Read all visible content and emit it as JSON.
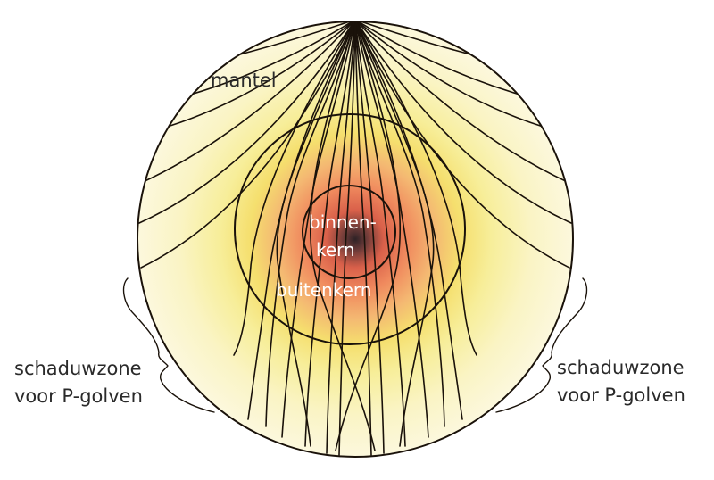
{
  "labels": {
    "mantle": "mantel",
    "inner_core_line1": "binnen-",
    "inner_core_line2": "kern",
    "outer_core": "buitenkern",
    "shadow_left_line1": "schaduwzone",
    "shadow_left_line2": "voor P-golven",
    "shadow_right_line1": "schaduwzone",
    "shadow_right_line2": "voor P-golven"
  },
  "colors": {
    "background": "#ffffff",
    "mantle_outer": "#fbf6cf",
    "mantle_inner": "#f7ea6a",
    "outer_core_hot": "#f08a5e",
    "inner_core_center": "#3a2a2a",
    "lines": "#1a120a"
  }
}
